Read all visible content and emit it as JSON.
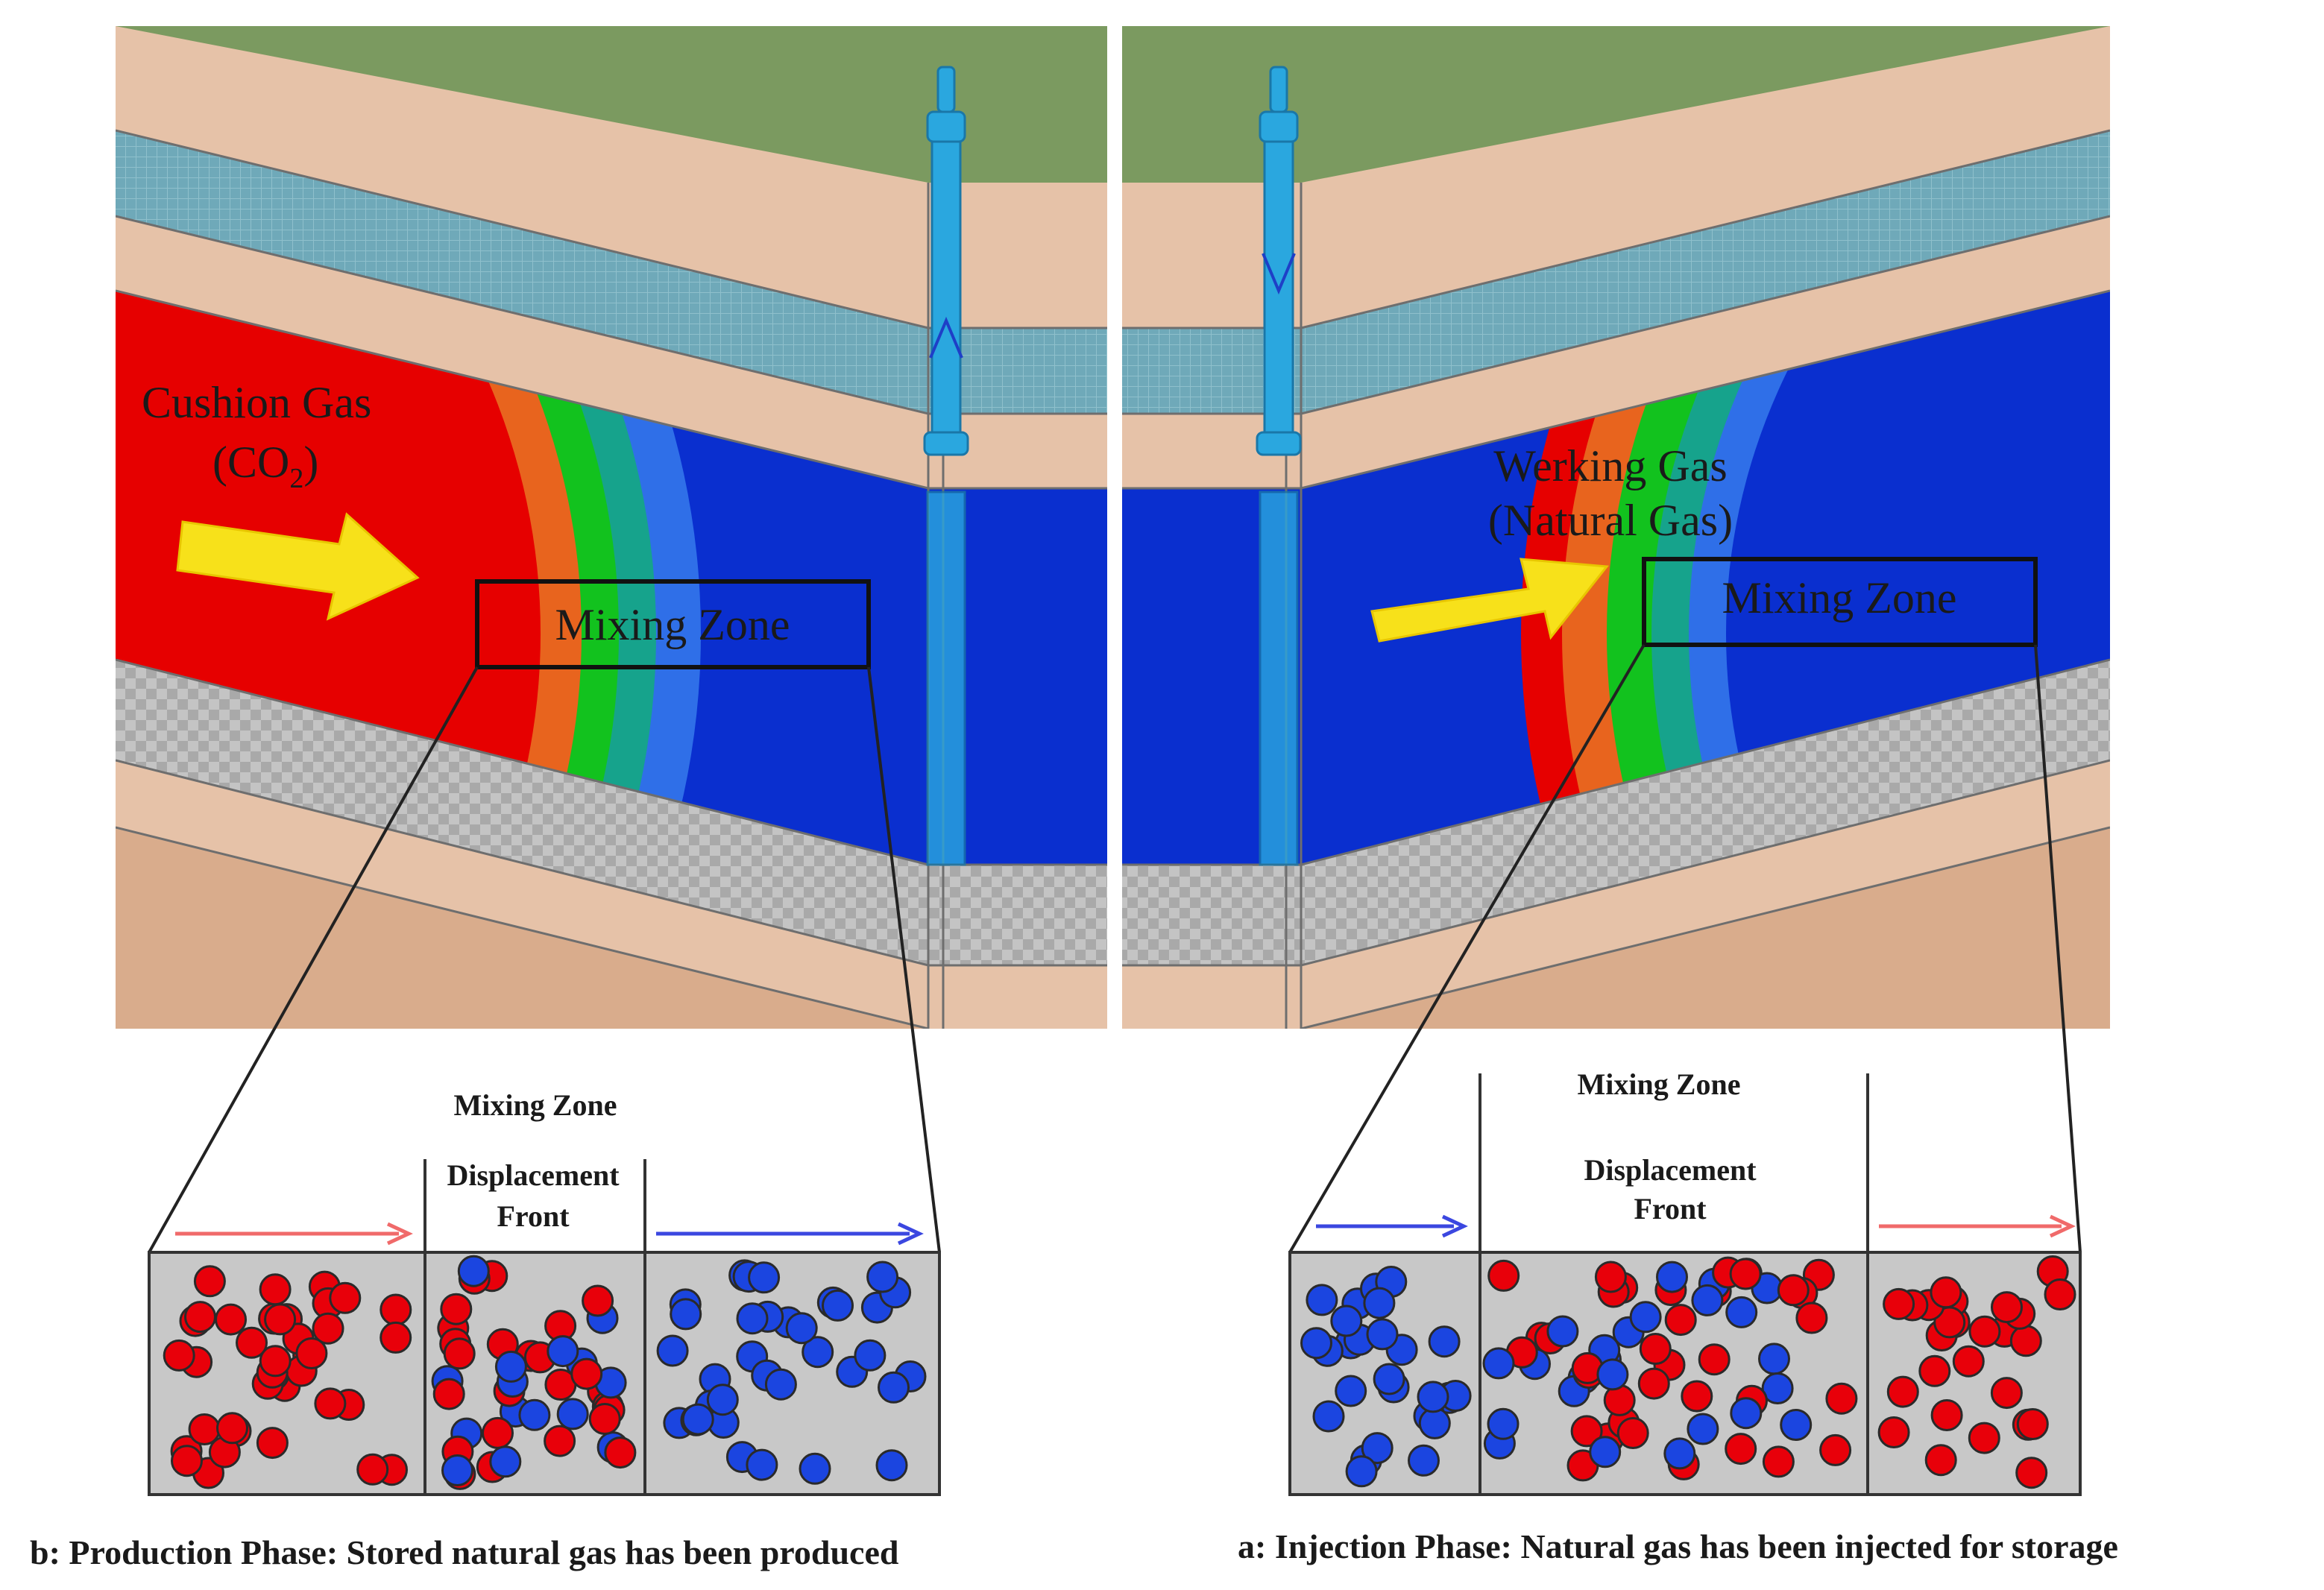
{
  "figure": {
    "left_panel": {
      "cushion_label_line1": "Cushion Gas",
      "cushion_label_line2": "(CO",
      "cushion_label_sub": "2",
      "cushion_label_close": ")",
      "mixing_zone_label": "Mixing Zone",
      "well_arrow": "up",
      "inset": {
        "title": "Mixing Zone",
        "front_line1": "Displacement",
        "front_line2": "Front"
      },
      "caption": "b: Production Phase: Stored natural gas has been produced"
    },
    "right_panel": {
      "working_label_line1": "Werking Gas",
      "working_label_line2": "(Natural Gas)",
      "mixing_zone_label": "Mixing Zone",
      "well_arrow": "down",
      "inset": {
        "title": "Mixing Zone",
        "front_line1": "Displacement",
        "front_line2": "Front"
      },
      "caption": "a: Injection Phase: Natural gas has been injected for storage"
    }
  },
  "colors": {
    "cushion_gas": "#e60000",
    "working_gas": "#0a2fcf",
    "orange_band": "#e8641e",
    "green_band": "#12c21e",
    "teal_band": "#16a38c",
    "light_blue_band": "#2f6fe8",
    "arrow_yellow": "#f7e11a",
    "surface_green": "#7b9a60",
    "rock_tan": "#e6c2a8",
    "aquifer_blue": "#6fa9b9",
    "caprock_gray": "#bdbdbd",
    "well_blue": "#2aa7df",
    "red_particle": "#e8000a",
    "blue_particle": "#1b45e0",
    "flow_red": "#f06a6a",
    "flow_blue": "#3b47e0"
  }
}
